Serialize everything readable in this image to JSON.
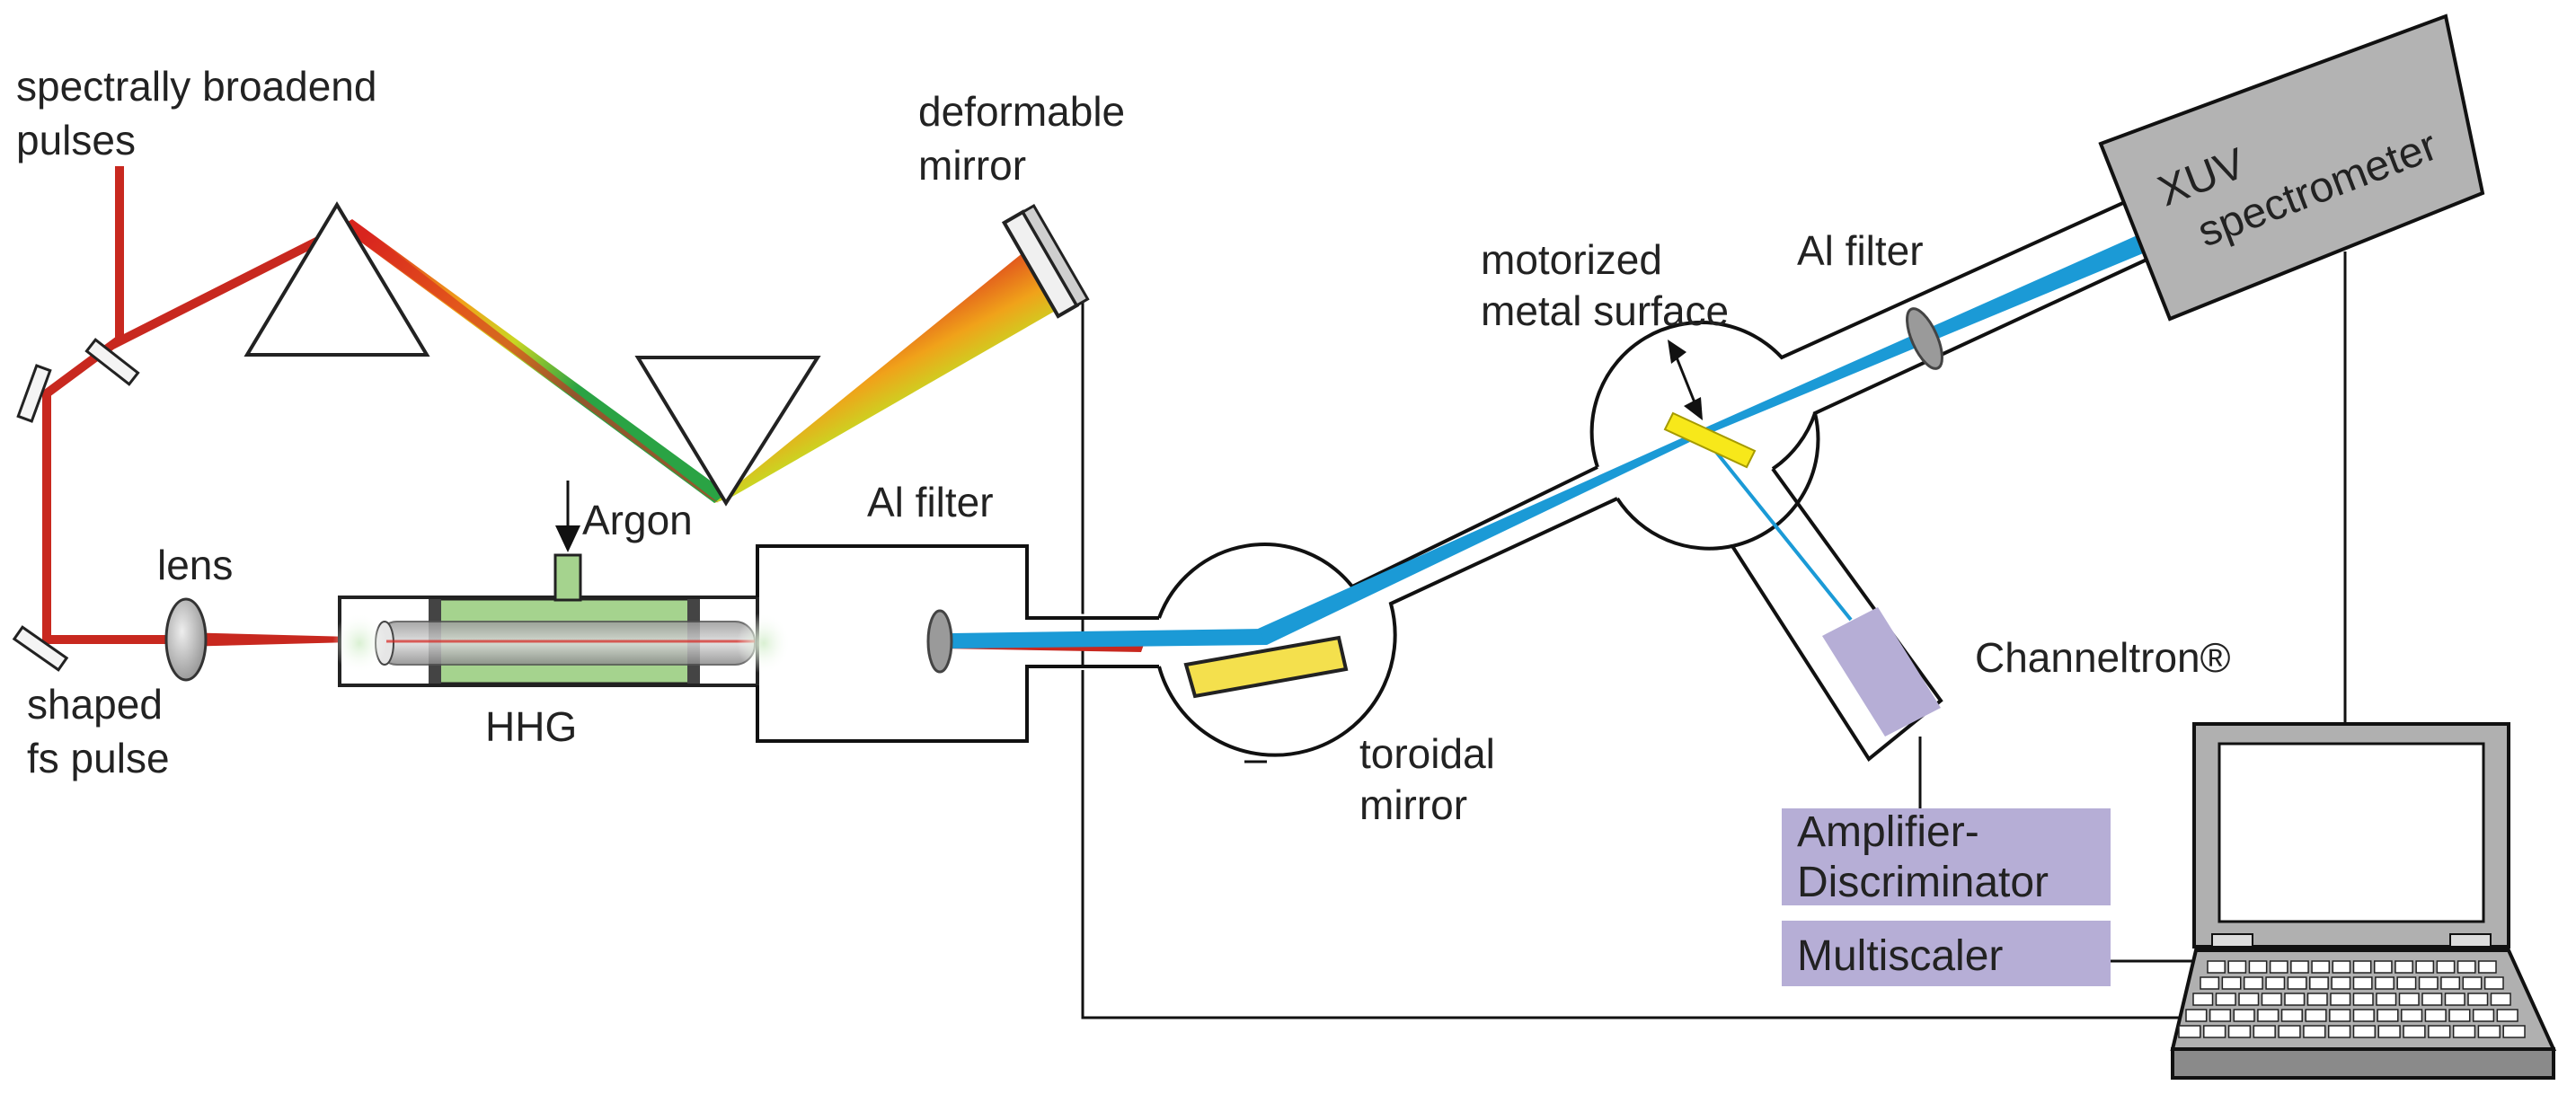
{
  "labels": {
    "broadened_line1": "spectrally broadend",
    "broadened_line2": "pulses",
    "deformable_line1": "deformable",
    "deformable_line2": "mirror",
    "lens": "lens",
    "shaped_line1": "shaped",
    "shaped_line2": "fs pulse",
    "argon": "Argon",
    "hhg": "HHG",
    "al_filter_1": "Al filter",
    "al_filter_2": "Al filter",
    "motorized_line1": "motorized",
    "motorized_line2": "metal surface",
    "toroidal_line1": "toroidal",
    "toroidal_line2": "mirror",
    "channeltron": "Channeltron®",
    "amp_line1": "Amplifier-",
    "amp_line2": "Discriminator",
    "multiscaler": "Multiscaler",
    "xuv": "XUV",
    "spectrometer": "spectrometer"
  },
  "colors": {
    "laser_red": "#d32f23",
    "xuv_blue": "#1b9ad6",
    "metal_yellow": "#f7e81a",
    "toroid_yellow": "#f4e04d",
    "gas_cell_green": "#a5d38e",
    "detector_lilac": "#b6aed6",
    "spectrometer_gray": "#b3b3b3"
  },
  "icons": [
    "prism-icon",
    "mirror-icon",
    "lens-icon",
    "filter-icon",
    "laptop-icon",
    "gas-cell-icon"
  ]
}
